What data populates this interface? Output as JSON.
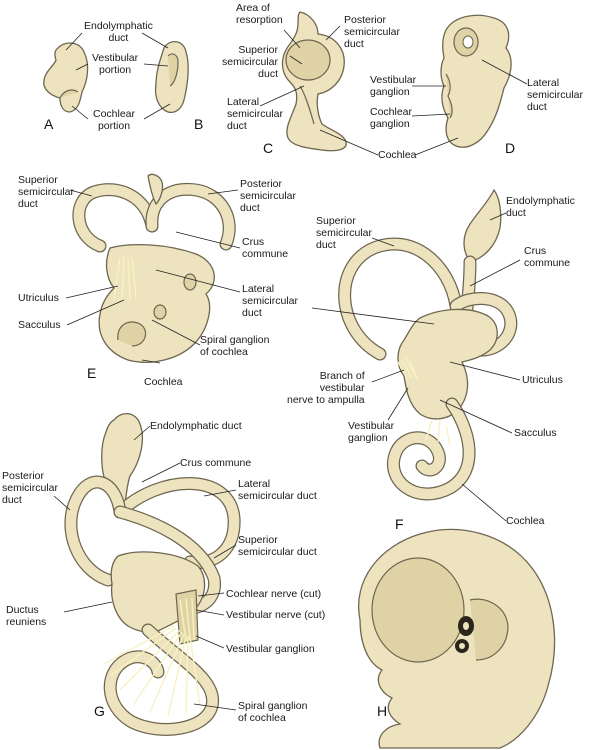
{
  "panels": {
    "A": "A",
    "B": "B",
    "C": "C",
    "D": "D",
    "E": "E",
    "F": "F",
    "G": "G",
    "H": "H"
  },
  "labels": {
    "ab_endolymphatic": "Endolymphatic\nduct",
    "ab_vestibular": "Vestibular\nportion",
    "ab_cochlear": "Cochlear\nportion",
    "c_resorption": "Area of\nresorption",
    "c_superior": "Superior\nsemicircular\nduct",
    "c_lateral": "Lateral\nsemicircular\nduct",
    "c_posterior": "Posterior\nsemicircular\nduct",
    "cd_cochlea": "Cochlea",
    "d_vestibular_ganglion": "Vestibular\nganglion",
    "d_cochlear_ganglion": "Cochlear\nganglion",
    "d_lateral": "Lateral\nsemicircular\nduct",
    "e_superior": "Superior\nsemicircular\nduct",
    "e_posterior": "Posterior\nsemicircular\nduct",
    "e_crus": "Crus\ncommune",
    "e_lateral": "Lateral\nsemicircular\nduct",
    "e_utriculus": "Utriculus",
    "e_sacculus": "Sacculus",
    "e_spiral": "Spiral ganglion\nof cochlea",
    "e_cochlea": "Cochlea",
    "f_endolymphatic": "Endolymphatic\nduct",
    "f_superior": "Superior\nsemicircular\nduct",
    "f_crus": "Crus\ncommune",
    "f_branch": "Branch of\nvestibular\nnerve to ampulla",
    "f_utriculus": "Utriculus",
    "f_sacculus": "Sacculus",
    "f_vestibular_ganglion": "Vestibular\nganglion",
    "f_cochlea": "Cochlea",
    "g_endolymphatic": "Endolymphatic duct",
    "g_crus": "Crus commune",
    "g_lateral": "Lateral\nsemicircular duct",
    "g_posterior": "Posterior\nsemicircular\nduct",
    "g_superior": "Superior\nsemicircular duct",
    "g_cochlear_nerve": "Cochlear nerve (cut)",
    "g_vestibular_nerve": "Vestibular nerve (cut)",
    "g_ductus": "Ductus\nreuniens",
    "g_vestibular_ganglion": "Vestibular ganglion",
    "g_spiral": "Spiral ganglion\nof cochlea"
  },
  "colors": {
    "tissue": "#eee3bf",
    "tissue_shadow": "#dfd3a6",
    "outline": "#6e6650",
    "nerve": "#f8f2c2"
  }
}
